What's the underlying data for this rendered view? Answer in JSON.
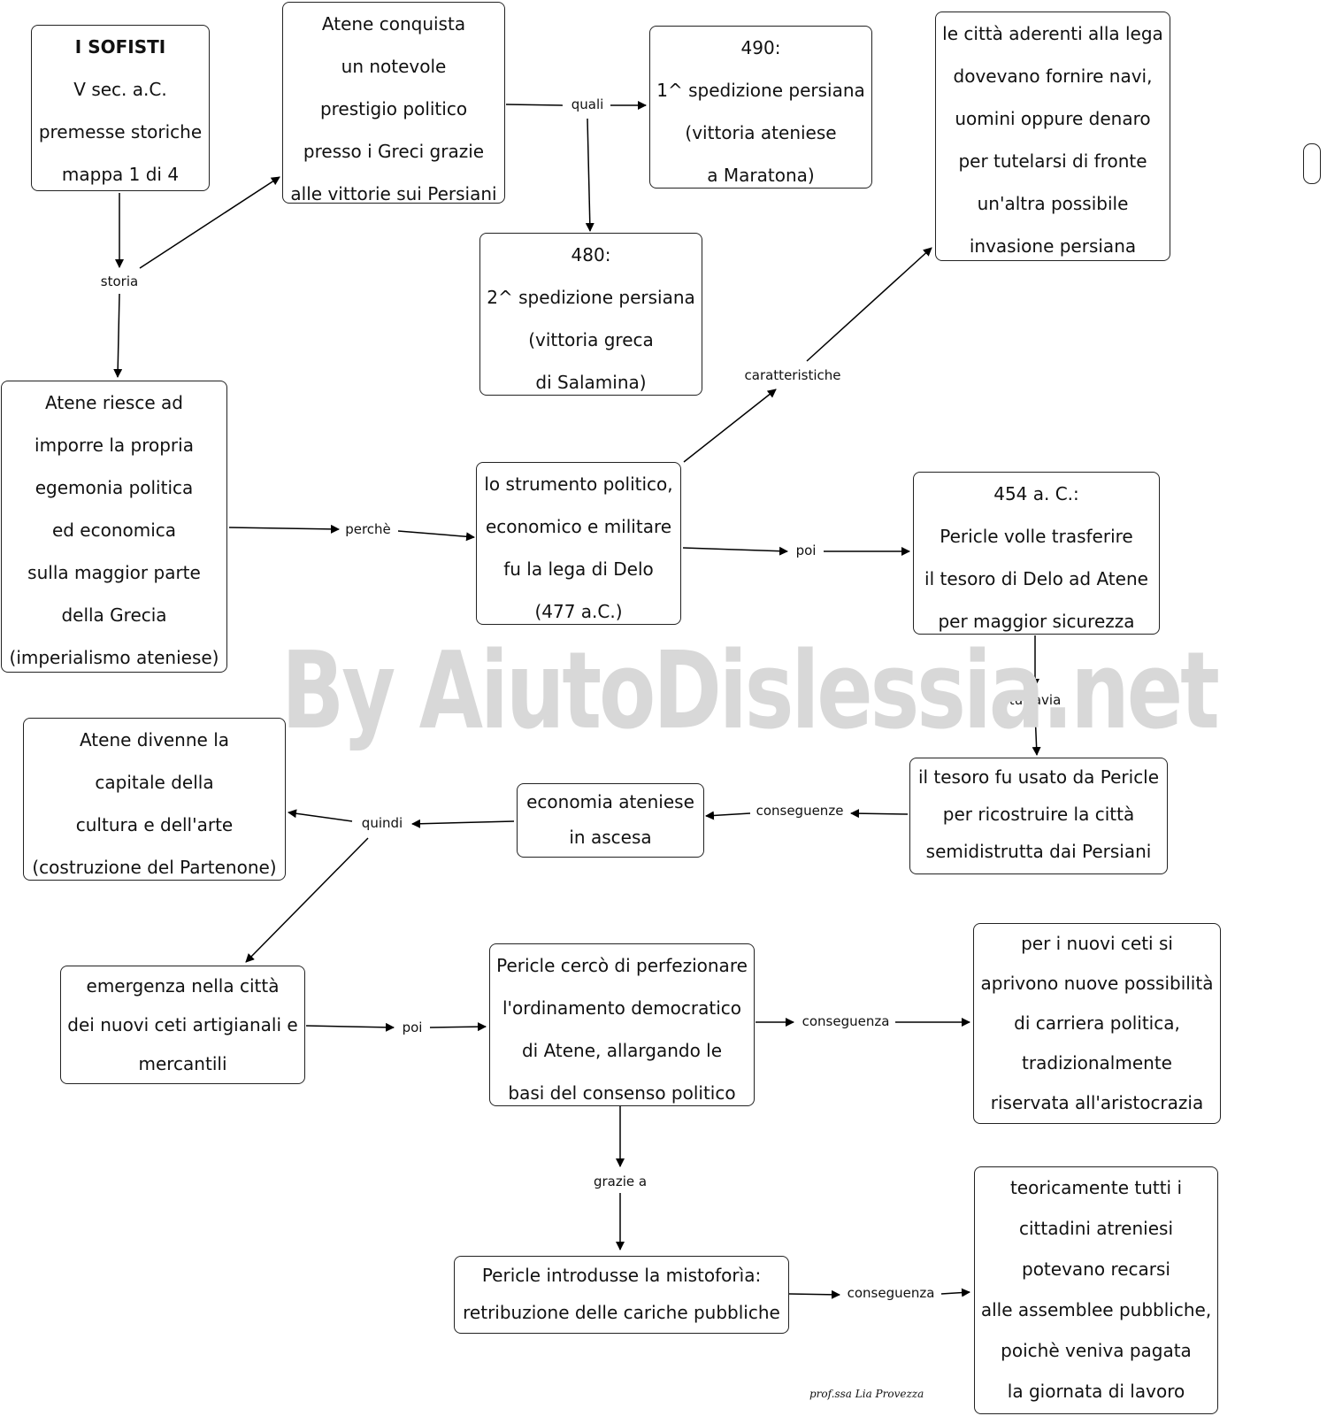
{
  "nodes": {
    "sofisti": {
      "lines": [
        "I SOFISTI",
        "V sec. a.C.",
        "premesse storiche",
        "mappa 1 di 4"
      ]
    },
    "atene_conquista": {
      "lines": [
        "Atene conquista",
        "un notevole",
        "prestigio politico",
        "presso i Greci grazie",
        "alle vittorie sui Persiani"
      ]
    },
    "spedizione_490": {
      "lines": [
        "490:",
        "1^ spedizione persiana",
        "(vittoria ateniese",
        "a Maratona)"
      ]
    },
    "citta_lega": {
      "lines": [
        "le città aderenti alla lega",
        "dovevano fornire navi,",
        "uomini oppure denaro",
        "per tutelarsi di fronte",
        "un'altra possibile",
        "invasione persiana"
      ]
    },
    "spedizione_480": {
      "lines": [
        "480:",
        "2^ spedizione persiana",
        "(vittoria greca",
        "di Salamina)"
      ]
    },
    "atene_egemonia": {
      "lines": [
        "Atene riesce ad",
        "imporre la propria",
        "egemonia politica",
        "ed economica",
        "sulla maggior parte",
        "della Grecia",
        "(imperialismo ateniese)"
      ]
    },
    "lega_delo": {
      "lines": [
        "lo strumento politico,",
        "economico e militare",
        "fu la lega di Delo",
        "(477 a.C.)"
      ]
    },
    "tesoro_454": {
      "lines": [
        "454 a. C.:",
        "Pericle volle trasferire",
        "il tesoro di Delo  ad Atene",
        "per maggior sicurezza"
      ]
    },
    "capitale_cultura": {
      "lines": [
        "Atene divenne la",
        "capitale della",
        "cultura e dell'arte",
        "(costruzione del Partenone)"
      ]
    },
    "economia": {
      "lines": [
        "economia ateniese",
        "in ascesa"
      ]
    },
    "tesoro_usato": {
      "lines": [
        "il tesoro fu usato da Pericle",
        "per ricostruire la città",
        "semidistrutta dai Persiani"
      ]
    },
    "nuovi_ceti": {
      "lines": [
        "emergenza nella città",
        "dei nuovi ceti artigianali e",
        "mercantili"
      ]
    },
    "pericle_ordinamento": {
      "lines": [
        "Pericle cercò di perfezionare",
        "l'ordinamento democratico",
        "di Atene, allargando le",
        "basi del consenso politico"
      ]
    },
    "carriera": {
      "lines": [
        "per i nuovi ceti si",
        "aprivono nuove possibilità",
        "di carriera politica,",
        "tradizionalmente",
        "riservata all'aristocrazia"
      ]
    },
    "mistoforia": {
      "lines": [
        "Pericle introdusse  la mistoforìa:",
        "retribuzione delle cariche  pubbliche"
      ]
    },
    "assemblee": {
      "lines": [
        "teoricamente tutti i",
        "cittadini atreniesi",
        "potevano recarsi",
        "alle assemblee pubbliche,",
        "poichè veniva pagata",
        "la giornata di lavoro"
      ]
    }
  },
  "labels": {
    "storia": "storia",
    "quali": "quali",
    "caratteristiche": "caratteristiche",
    "perche": "perchè",
    "poi_1": "poi",
    "tuttavia": "tuttavia",
    "conseguenze": "conseguenze",
    "quindi": "quindi",
    "poi_2": "poi",
    "conseguenza_1": "conseguenza",
    "grazie_a": "grazie a",
    "conseguenza_2": "conseguenza"
  },
  "watermark": "By AiutoDislessia.net",
  "signature": "prof.ssa Lia Provezza"
}
